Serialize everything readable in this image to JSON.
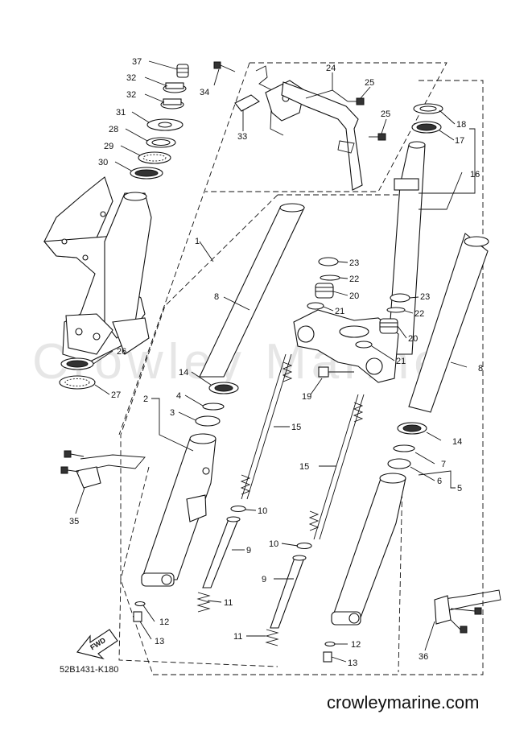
{
  "diagram": {
    "watermark": "Crowley Marine",
    "footer_site": "crowleymarine.com",
    "diagram_code": "52B1431-K180",
    "fwd_label": "FWD",
    "callouts": [
      {
        "id": "c37a",
        "text": "37"
      },
      {
        "id": "c32a",
        "text": "32"
      },
      {
        "id": "c32b",
        "text": "32"
      },
      {
        "id": "c31",
        "text": "31"
      },
      {
        "id": "c28",
        "text": "28"
      },
      {
        "id": "c29",
        "text": "29"
      },
      {
        "id": "c30",
        "text": "30"
      },
      {
        "id": "c34",
        "text": "34"
      },
      {
        "id": "c33",
        "text": "33"
      },
      {
        "id": "c24",
        "text": "24"
      },
      {
        "id": "c25a",
        "text": "25"
      },
      {
        "id": "c25b",
        "text": "25"
      },
      {
        "id": "c18",
        "text": "18"
      },
      {
        "id": "c17",
        "text": "17"
      },
      {
        "id": "c16",
        "text": "16"
      },
      {
        "id": "c1",
        "text": "1"
      },
      {
        "id": "c8a",
        "text": "8"
      },
      {
        "id": "c23a",
        "text": "23"
      },
      {
        "id": "c22a",
        "text": "22"
      },
      {
        "id": "c20a",
        "text": "20"
      },
      {
        "id": "c21a",
        "text": "21"
      },
      {
        "id": "c23b",
        "text": "23"
      },
      {
        "id": "c22b",
        "text": "22"
      },
      {
        "id": "c20b",
        "text": "20"
      },
      {
        "id": "c21b",
        "text": "21"
      },
      {
        "id": "c26",
        "text": "26"
      },
      {
        "id": "c27",
        "text": "27"
      },
      {
        "id": "c14a",
        "text": "14"
      },
      {
        "id": "c19",
        "text": "19"
      },
      {
        "id": "c8b",
        "text": "8"
      },
      {
        "id": "c2",
        "text": "2"
      },
      {
        "id": "c4",
        "text": "4"
      },
      {
        "id": "c3",
        "text": "3"
      },
      {
        "id": "c15a",
        "text": "15"
      },
      {
        "id": "c14b",
        "text": "14"
      },
      {
        "id": "c7",
        "text": "7"
      },
      {
        "id": "c15b",
        "text": "15"
      },
      {
        "id": "c6",
        "text": "6"
      },
      {
        "id": "c5",
        "text": "5"
      },
      {
        "id": "c35",
        "text": "35"
      },
      {
        "id": "c10a",
        "text": "10"
      },
      {
        "id": "c9a",
        "text": "9"
      },
      {
        "id": "c10b",
        "text": "10"
      },
      {
        "id": "c9b",
        "text": "9"
      },
      {
        "id": "c11a",
        "text": "11"
      },
      {
        "id": "c12a",
        "text": "12"
      },
      {
        "id": "c13a",
        "text": "13"
      },
      {
        "id": "c11b",
        "text": "11"
      },
      {
        "id": "c12b",
        "text": "12"
      },
      {
        "id": "c13b",
        "text": "13"
      },
      {
        "id": "c36",
        "text": "36"
      }
    ]
  }
}
